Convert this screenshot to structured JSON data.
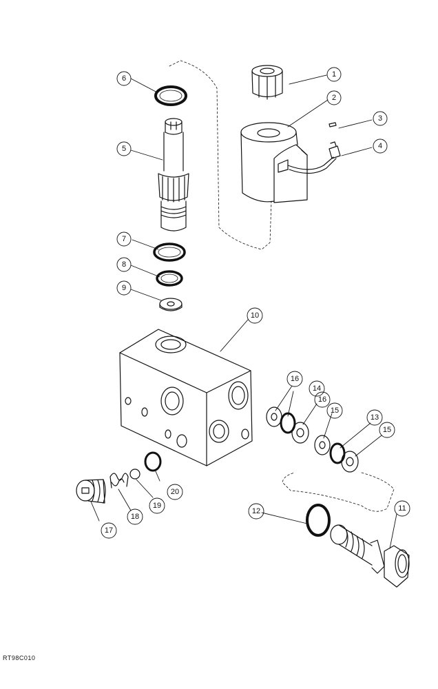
{
  "callouts": {
    "c1": "1",
    "c2": "2",
    "c3": "3",
    "c4": "4",
    "c5": "5",
    "c6": "6",
    "c7": "7",
    "c8": "8",
    "c9": "9",
    "c10": "10",
    "c11": "11",
    "c12": "12",
    "c13": "13",
    "c14": "14",
    "c15a": "15",
    "c15b": "15",
    "c16a": "16",
    "c16b": "16",
    "c17": "17",
    "c18": "18",
    "c19": "19",
    "c20": "20"
  },
  "figure_ref": "RT98C010"
}
